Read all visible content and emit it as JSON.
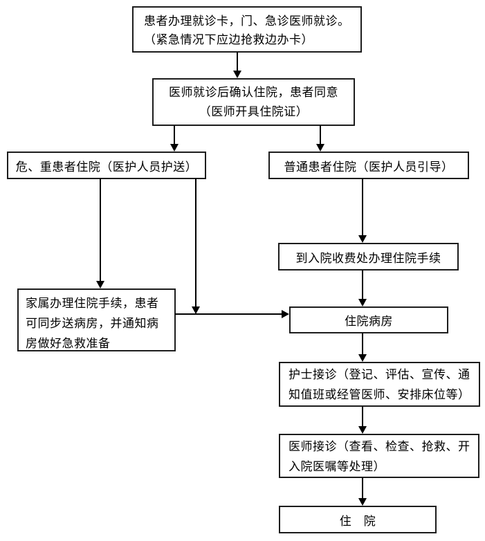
{
  "diagram": {
    "type": "flowchart",
    "background_color": "#ffffff",
    "line_color": "#000000",
    "nodes": {
      "card_registration": {
        "lines": [
          "患者办理就诊卡，门、急诊医师就诊。",
          "（紧急情况下应边抢救边办卡）"
        ]
      },
      "doctor_confirm": {
        "lines": [
          "医师就诊后确认住院，患者同意",
          "（医师开具住院证）"
        ]
      },
      "critical_patient": {
        "lines": [
          "危、重患者住院（医护人员护送）"
        ]
      },
      "ordinary_patient": {
        "lines": [
          "普通患者住院（医护人员引导）"
        ]
      },
      "admission_fee": {
        "lines": [
          "到入院收费处办理住院手续"
        ]
      },
      "family_procedure": {
        "lines": [
          "家属办理住院手续，患者",
          "可同步送病房，并通知病",
          "房做好急救准备"
        ]
      },
      "inpatient_ward": {
        "lines": [
          "住院病房"
        ]
      },
      "nurse_reception": {
        "lines": [
          "护士接诊（登记、评估、宣传、通",
          "知值班或经管医师、安排床位等）"
        ]
      },
      "doctor_reception": {
        "lines": [
          "医师接诊（查看、检查、抢救、开",
          "入院医嘱等处理）"
        ]
      },
      "hospitalized": {
        "lines": [
          "住　院"
        ]
      }
    },
    "edges": [
      {
        "from": "card_registration",
        "to": "doctor_confirm"
      },
      {
        "from": "doctor_confirm",
        "to": "critical_patient"
      },
      {
        "from": "doctor_confirm",
        "to": "ordinary_patient"
      },
      {
        "from": "critical_patient",
        "to": "family_procedure"
      },
      {
        "from": "critical_patient",
        "to": "inpatient_ward"
      },
      {
        "from": "ordinary_patient",
        "to": "admission_fee"
      },
      {
        "from": "admission_fee",
        "to": "inpatient_ward"
      },
      {
        "from": "family_procedure",
        "to": "inpatient_ward"
      },
      {
        "from": "inpatient_ward",
        "to": "nurse_reception"
      },
      {
        "from": "nurse_reception",
        "to": "doctor_reception"
      },
      {
        "from": "doctor_reception",
        "to": "hospitalized"
      }
    ]
  }
}
